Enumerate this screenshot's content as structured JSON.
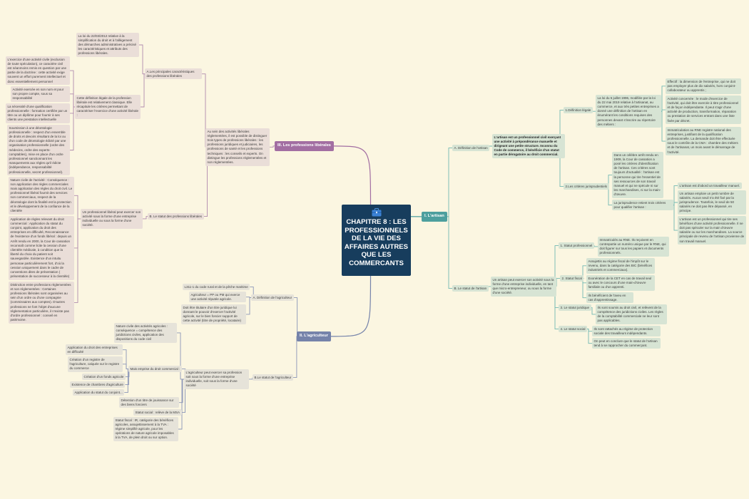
{
  "central": {
    "title": "CHAPITRE 8 : LES PROFESSIONNELS DE LA VIE DES AFFAIRES AUTRES QUE LES COMMERCANTS",
    "icon": "briefcase-icon"
  },
  "colors": {
    "background": "#fbf6e1",
    "central": "#173d5d",
    "artisan": "#4d9f9e",
    "liberal": "#a26ea2",
    "agriculteur": "#7583aa"
  },
  "artisan": {
    "root": "I. L'artisan",
    "A": "A. Définition de l'artisan",
    "A_def": "L'artisan est un professionnel civil exerçant une activité à prépondérance manuelle et dirigeant une petite structure. Inconnu du Code de commerce, il bénéficie d'un statut en partie dérogatoire au droit commercial.",
    "legal": "1.Définition légale",
    "legal_loi": "La loi du 5 juillet 1996, modifiée par la loi du 22 mai 2019 relative à l'artisanat, au commerce, et aux très petites entreprises a donné une définition de l'artisan en énumérant les conditions requises des personnes devant s'inscrire au répertoire des métiers :",
    "legal_effectif": "Effectif : la dimension de l'entreprise, qui ne doit pas employer plus de dix salariés, hors conjoint-collaborateur ou apprentis ;",
    "legal_activite": "Activité concernée : le mode d'exercice de l'activité, qui doit être exercée à titre professionnel et de façon indépendante. Il peut s'agir d'une activité de production, transformation, réparation ou prestation de services entrant dans une liste fixée par décret.",
    "legal_immat": "Immatriculation au RNE registre national des entreprises, justifiant de la qualification professionnelle. La demande doit être effectuée sous le contrôle de la CMA : chambre des métiers et de l'artisanat, un mois avant le démarrage de l'activité.",
    "juris": "2.Les critères jurisprudentiels",
    "juris_arret": "Dans un célèbre arrêt rendu en 1909, la Cour de cassation a posé les critères d'identification de l'artisan. Ces critères sont toujours d'actualité : l'artisan est la personne qui tire l'essentiel de ses ressources de son travail manuel et qui ne spécule ni sur les marchandises, ni sur la main-d'œuvre.",
    "juris_trois": "La jurisprudence retient trois critères pour qualifier l'artisan :",
    "crit1": "L'artisan est d'abord un travailleur manuel.",
    "crit2": "Un artisan emploie un petit nombre de salariés. Aucun seuil n'a été fixé par la jurisprudence. Toutefois, le seuil de 50 salariés ne doit pas être dépassé, en principe.",
    "crit3": "L'artisan est un professionnel qui tire ses bénéfices d'une activité professionnelle. Il ne doit pas spéculer sur la main d'œuvre salariée ou sur les marchandises. La source principale de revenu de l'artisan provienne de son travail manuel.",
    "B": "B. Le statut de l'artisan",
    "B_txt": "Un artisan peut exercer son activité sous la forme d'une entreprise individuelle, en tant que micro-entrepreneur, ou sous la forme d'une société.",
    "s1": "1. Statut professionnel",
    "s1a": "Immatriculés au RNE. Ils reçoivent en contrepartie un numéro unique par le RNE, qui doit figurer sur tous les papiers et documents professionnels.",
    "s2": "2. Statut fiscal",
    "s2a": "Assujettis au régime fiscal de l'impôt sur le revenu, dans la catégorie des BIC (bénéfices industriels et commerciaux).",
    "s2b": "Exonération de la CET en cas de travail seul ou avec le concours d'une main-d'œuvre familiale ou d'un apprenti.",
    "s2c": "Ils bénéficient de l'aveu en cas d'apprentissage.",
    "s3": "3. Le statut juridique",
    "s3a": "Ils sont soumis au droit civil, et relèvent de la compétence des juridictions civiles. Les règles de la comptabilité commerciale ne leur sont pas applicables.",
    "s4": "4. Le statut social",
    "s4a": "Ils sont rattachés au régime de protection sociale des travailleurs indépendants.",
    "s4b": "On peut en conclure que le statut de l'artisan tend à se rapprocher du commerçant."
  },
  "liberal": {
    "root": "III. Les professions libérales",
    "intro": "Au sein des activités libérales réglementées, il est possible de distinguer trois types de professions libérales : les professions juridiques et judiciaires, les professions de santé et les professions techniques : les conseils et experts. On distingue les professions réglementées et non réglementées.",
    "A": "A.Les principales caractéristiques des professions libérales",
    "A_loi": "La loi du 22/03/2012 relative à la simplification du droit et à l'allègement des démarches administratives a précisé les caractéristiques et attributs des professions libérales.",
    "A_def": "Cette définition légale de la profession libérale est relativement classique. Elle récapitule les critères permettant de caractériser l'exercice d'une activité libérale :",
    "c1": "L'exercice d'une activité civile (exclusion de toute spéculation), ce caractère civil est néanmoins remis en question par une partie de la doctrine : cette activité exige souvent un effort purement intellectuel et donc essentiellement personnel",
    "c2": "Activité exercée en son nom et pour son propre compte, sous sa responsabilité",
    "c3": "La nécessité d'une qualification professionnelle : formation certifiée par un titre ou un diplôme pour fournir à ses clients une prestation intellectuelle",
    "c4": "Soumission à une déontologie professionnelle : respect d'un ensemble de droits et devoirs résultant de la loi ou d'un code de déontologie édicté par une organisation professionnelle (ordre des médecins, ordre des experts-comptables), mise en place d'un ordre professionnel sanctionnant les manquements aux règles qu'il édicte (indépendance, responsabilité professionnelle, secret professionnel).",
    "B": "B. Le statut des professions libérales",
    "B_txt": "Un professionnel libéral peut exercer son activité sous la forme d'une entreprise individuelle ou sous la forme d'une société.",
    "b1": "Nature civile de l'activité : Conséquence : non application des règles commerciales mais application des règles du droit civil. Le professionnel libéral fournit des services non commerciaux, respect de la déontologie dont la finalité est la protection et le développement de la confiance de la clientèle",
    "b2": "Application de règles relevant du droit commercial : Application du statut du conjoint, application du droit des entreprises en difficulté, Reconnaissance de l'existence d'un fonds libéral : depuis un Arrêt rendu en 2000, la Cour de cassation reconnaît comme licite la cession d'une clientèle médicale, à condition que la liberté du choix du patient soit sauvegardée. Existence d'un intuitu personae particulièrement fort, d'où la cession uniquement dans le cadre de conventions dites de présentation ( présentation de successeur à la clientèle)",
    "b3": "Distinction entre professions réglementées et non réglementées : Certaines professions libérales sont organisées au sein d'un ordre ou d'une compagnie (commissaires aux comptes). D'autres professions ne font l'objet d'aucune réglementation particulière, il n'existe pas d'ordre professionnel : conseil en patrimoine."
  },
  "agriculteur": {
    "root": "II. L'agriculteur",
    "A": "A. Définition de l'agriculteur",
    "A1": "L311-1 du code rural et de la pêche maritime",
    "A2": "Agriculteur = PP ou PM qui exerce une activité réputée agricole.",
    "A3": "Doit être titulaire d'un titre juridique lui donnant le pouvoir d'exercer l'activité agricole, sur le bien foncier support de cette activité (titre de propriété, locataire)",
    "B": "B.Le statut de l'agriculteur",
    "B_txt": "L'agriculteur peut exercer sa profession soit sous la forme d'une entreprise individuelle, soit sous la forme d'une société",
    "b1": "Nature civile des activités agricoles : conséquence = compétence des juridictions civiles, application des dispositions du code civil",
    "b2": "Mais emprise du droit commercial :",
    "b2a": "Application du droit des entreprises en difficulté",
    "b2b": "Création d'un registre de l'agriculture, calquée sur le registre du commerce",
    "b2c": "Création d'un fonds agricole",
    "b2d": "Existence de chambres d'agriculture",
    "b2e": "Application du statut du conjoint...",
    "b3": "Détention d'un titre de jouissance sur des biens fonciers",
    "b4": "Statut social : relève de la MSA",
    "b5": "Statut fiscal : IR, catégorie des bénéfices agricoles, assujettissement à la TVA : régime simplifié agricole, pour les opérations de nature agricole imposables à la TVA, de plein droit ou sur option."
  }
}
